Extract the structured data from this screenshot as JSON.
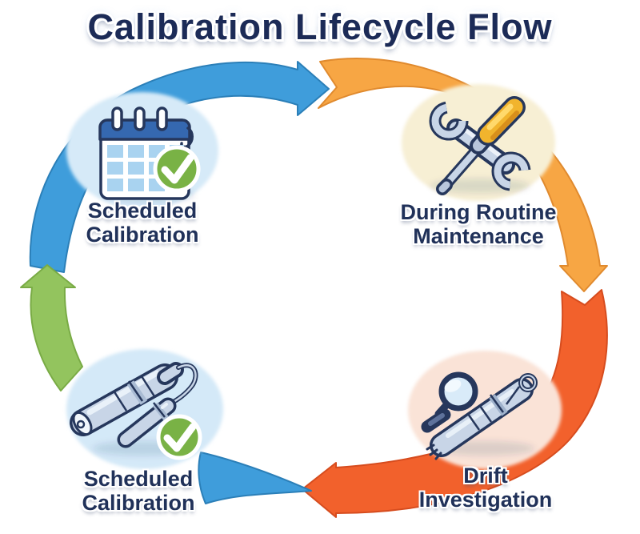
{
  "title": {
    "text": "Calibration Lifecycle Flow"
  },
  "nodes": [
    {
      "id": "scheduled-calibration-top",
      "lines": [
        "Scheduled",
        "Calibration"
      ],
      "icon": "calendar-check-icon",
      "bg_color": "#D6EAF8"
    },
    {
      "id": "during-routine-maintenance",
      "lines": [
        "During Routine",
        "Maintenance"
      ],
      "icon": "wrench-screwdriver-icon",
      "bg_color": "#F7EFD4"
    },
    {
      "id": "drift-investigation",
      "lines": [
        "Drift",
        "Investigation"
      ],
      "icon": "sensor-magnifier-icon",
      "bg_color": "#FAE3D7"
    },
    {
      "id": "scheduled-calibration-bottom",
      "lines": [
        "Scheduled",
        "Calibration"
      ],
      "icon": "sensors-check-icon",
      "bg_color": "#D4E9F8"
    }
  ],
  "arrows": [
    {
      "id": "arrow-top",
      "from": "scheduled-calibration-top",
      "to": "during-routine-maintenance",
      "direction": "right",
      "color": "#3F9DDB",
      "edge": "#2B7FB8"
    },
    {
      "id": "arrow-right",
      "from": "during-routine-maintenance",
      "to": "drift-investigation",
      "direction": "down",
      "color": "#F7A644",
      "edge": "#E08A2E"
    },
    {
      "id": "arrow-bottom",
      "from": "drift-investigation",
      "to": "scheduled-calibration-bottom",
      "direction": "left",
      "color": "#F2612C",
      "edge": "#D64C1E"
    },
    {
      "id": "arrow-bottom-left-band",
      "from": "drift-investigation",
      "to": "scheduled-calibration-bottom",
      "direction": "left",
      "color": "#3F9DDB",
      "edge": "#2B7FB8"
    },
    {
      "id": "arrow-left",
      "from": "scheduled-calibration-bottom",
      "to": "scheduled-calibration-top",
      "direction": "up",
      "color": "#93C45E",
      "edge": "#79AB45"
    }
  ],
  "colors": {
    "title_text": "#1C2B57",
    "label_text": "#203159",
    "check_green": "#79B245",
    "calendar_header_blue": "#3568B0",
    "calendar_cell_blue": "#A9D3F0",
    "tool_steel": "#C8D5E7",
    "screwdriver_yellow": "#F1B42D",
    "outline_navy": "#26375C",
    "lens_blue": "#D9EBF9"
  }
}
